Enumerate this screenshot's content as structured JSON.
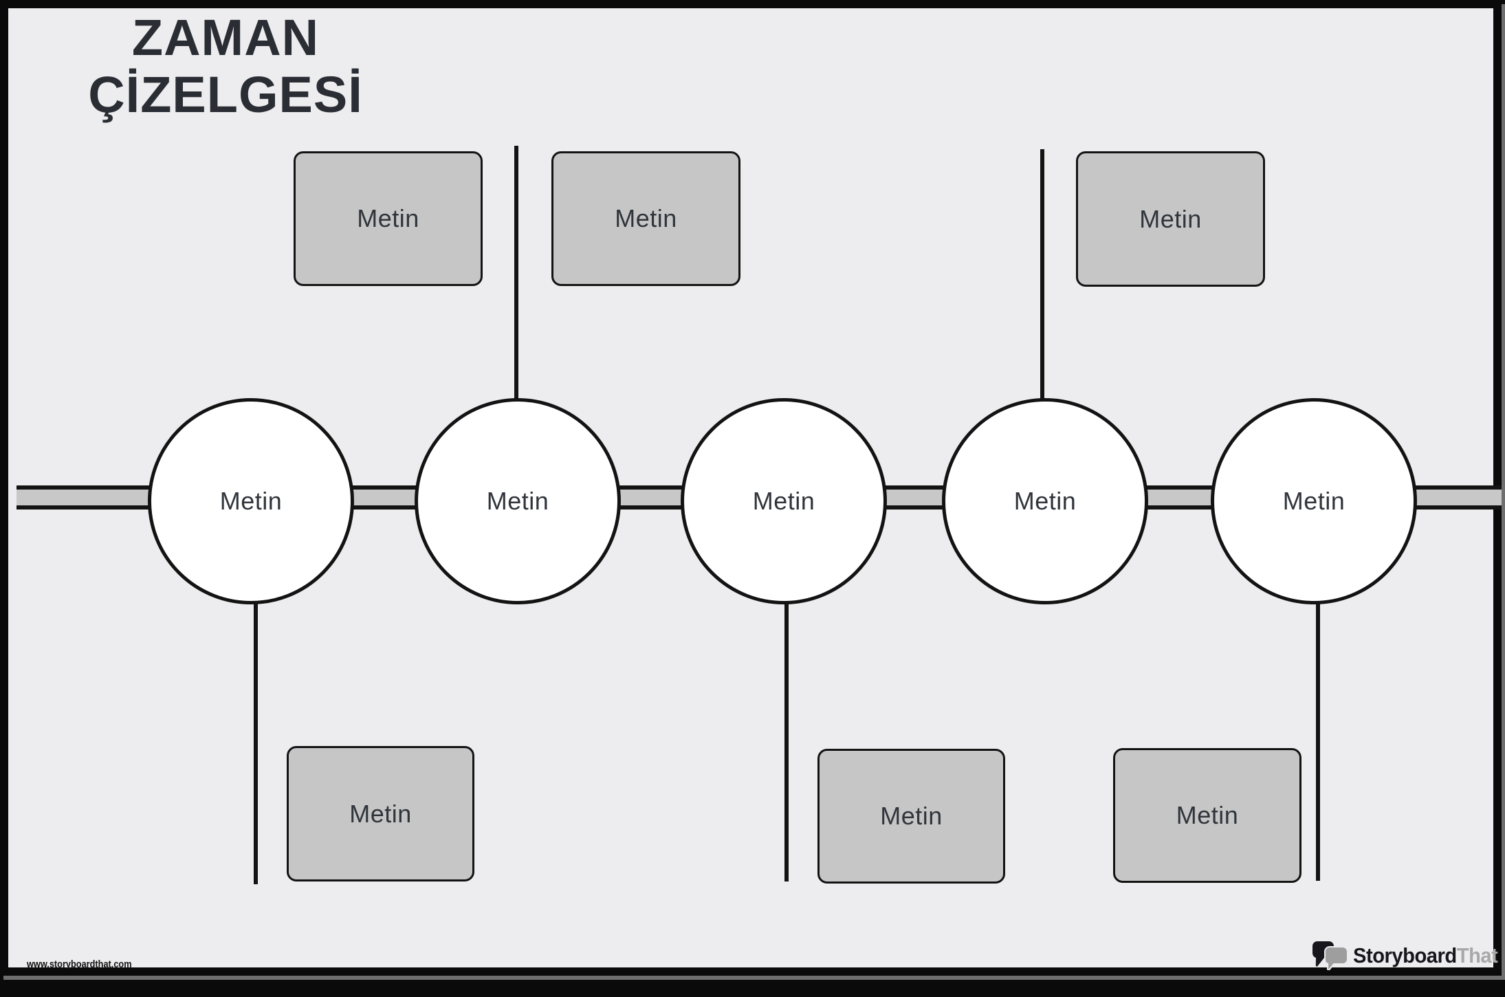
{
  "title": {
    "line1": "ZAMAN",
    "line2": "ÇİZELGESİ"
  },
  "timeline": {
    "circles": [
      {
        "label": "Metin"
      },
      {
        "label": "Metin"
      },
      {
        "label": "Metin"
      },
      {
        "label": "Metin"
      },
      {
        "label": "Metin"
      }
    ],
    "top_boxes": [
      {
        "label": "Metin"
      },
      {
        "label": "Metin"
      },
      {
        "label": "Metin"
      }
    ],
    "bottom_boxes": [
      {
        "label": "Metin"
      },
      {
        "label": "Metin"
      },
      {
        "label": "Metin"
      }
    ]
  },
  "footer": {
    "website": "www.storyboardthat.com"
  },
  "brand": {
    "name_primary": "Storyboard",
    "name_secondary": "That"
  },
  "colors": {
    "canvas_background": "#ededef",
    "frame_black": "#0a0a0a",
    "shape_fill": "#c6c6c6",
    "bar_fill": "#c8c8c8",
    "outline": "#131313",
    "label_text": "#30353b",
    "title_text": "#2a2e34",
    "brand_primary": "#16161c",
    "brand_secondary": "#a8a8a8",
    "shadow_gray": "#6f6f6f"
  }
}
